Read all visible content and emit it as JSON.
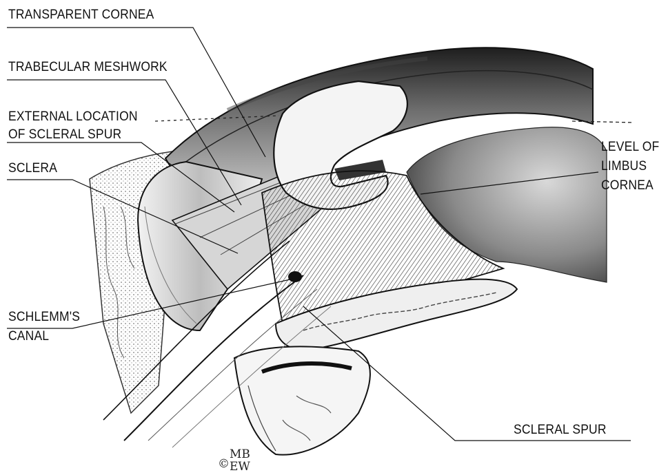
{
  "labels": {
    "transparent_cornea": "TRANSPARENT CORNEA",
    "trabecular_meshwork": "TRABECULAR MESHWORK",
    "external_location_line1": "EXTERNAL LOCATION",
    "external_location_line2": "OF SCLERAL SPUR",
    "sclera": "SCLERA",
    "schlemms_canal_line1": "SCHLEMM'S",
    "schlemms_canal_line2": "CANAL",
    "level_of_limbus_line1": "LEVEL OF",
    "level_of_limbus_line2": "LIMBUS",
    "level_of_limbus_line3": "CORNEA",
    "scleral_spur": "SCLERAL SPUR"
  },
  "signature": {
    "line1": "MB",
    "line2": "EW",
    "copyright": "©"
  },
  "colors": {
    "ink": "#111111",
    "shade_dark": "#2a2a2a",
    "shade_mid": "#6b6b6b",
    "shade_light": "#c9c9c9",
    "paper": "#ffffff"
  }
}
